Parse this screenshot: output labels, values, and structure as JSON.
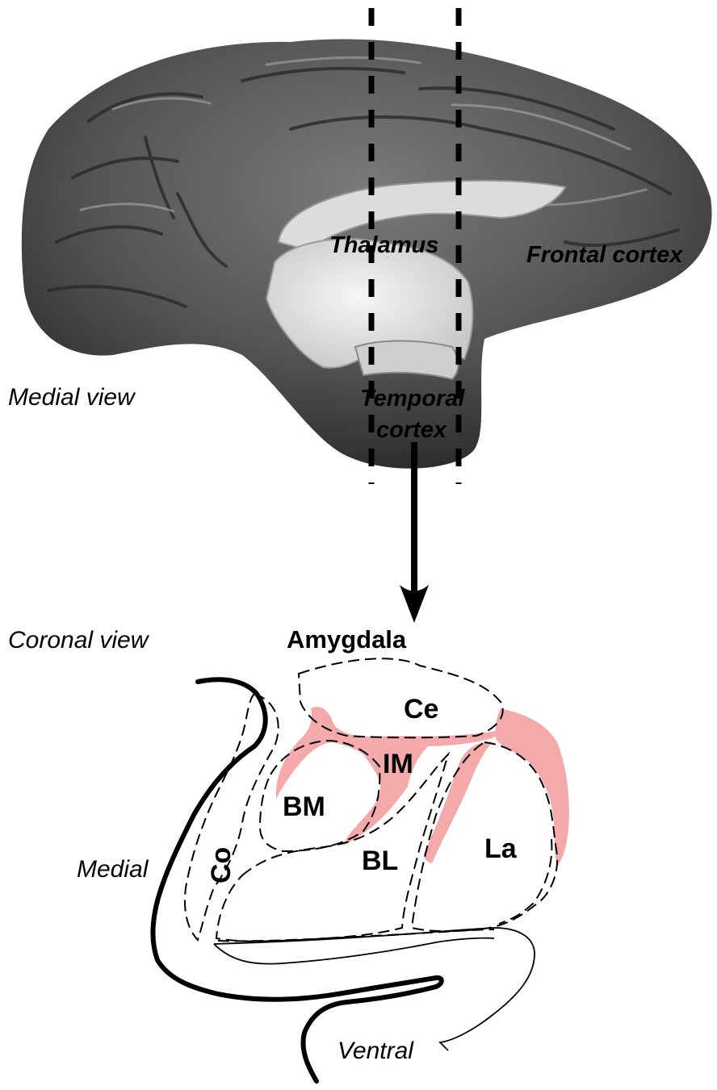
{
  "brain_labels": {
    "thalamus": "Thalamus",
    "frontal_cortex": "Frontal cortex",
    "temporal_line1": "Temporal",
    "temporal_line2": "cortex"
  },
  "view_labels": {
    "medial_view": "Medial view",
    "coronal_view": "Coronal view",
    "medial": "Medial",
    "ventral": "Ventral"
  },
  "amygdala": {
    "title": "Amygdala",
    "nuclei": {
      "ce": "Ce",
      "im": "IM",
      "bm": "BM",
      "co": "Co",
      "bl": "BL",
      "la": "La"
    }
  },
  "colors": {
    "intercalated_fill": "#f4aaaa",
    "brain_dark": "#4a4a4a",
    "brain_light": "#eeeeee"
  }
}
